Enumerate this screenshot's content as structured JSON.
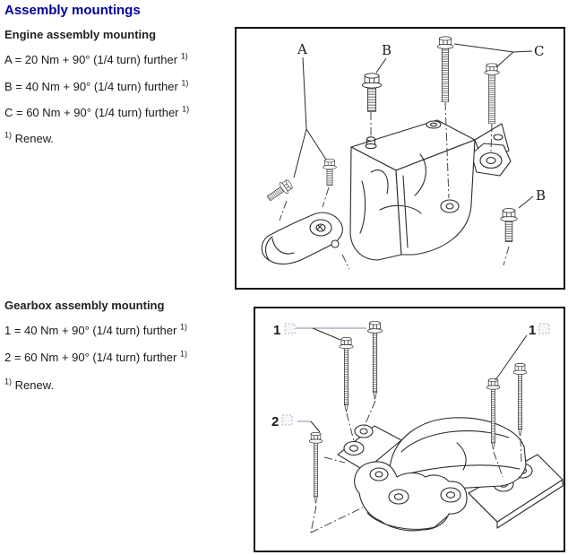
{
  "title": "Assembly mountings",
  "colors": {
    "title_blue": "#000099",
    "body_text": "#1a1a1a",
    "line_art": "#2b2b2b"
  },
  "engine": {
    "heading": "Engine assembly mounting",
    "specs": [
      {
        "text": "A = 20 Nm + 90° (1/4 turn) further",
        "sup": "1)"
      },
      {
        "text": "B = 40 Nm + 90° (1/4 turn) further",
        "sup": "1)"
      },
      {
        "text": "C = 60 Nm + 90° (1/4 turn) further",
        "sup": "1)"
      }
    ],
    "footnote": {
      "sup": "1)",
      "text": "Renew."
    },
    "diagram_labels": {
      "a": "A",
      "b_top": "B",
      "c": "C",
      "b_right": "B"
    }
  },
  "gearbox": {
    "heading": "Gearbox assembly mounting",
    "specs": [
      {
        "text": "1 = 40 Nm + 90° (1/4 turn) further",
        "sup": "1)"
      },
      {
        "text": "2 = 60 Nm + 90° (1/4 turn) further",
        "sup": "1)"
      }
    ],
    "footnote": {
      "sup": "1)",
      "text": "Renew."
    },
    "diagram_labels": {
      "one_left": "1",
      "one_right": "1",
      "two": "2"
    }
  }
}
